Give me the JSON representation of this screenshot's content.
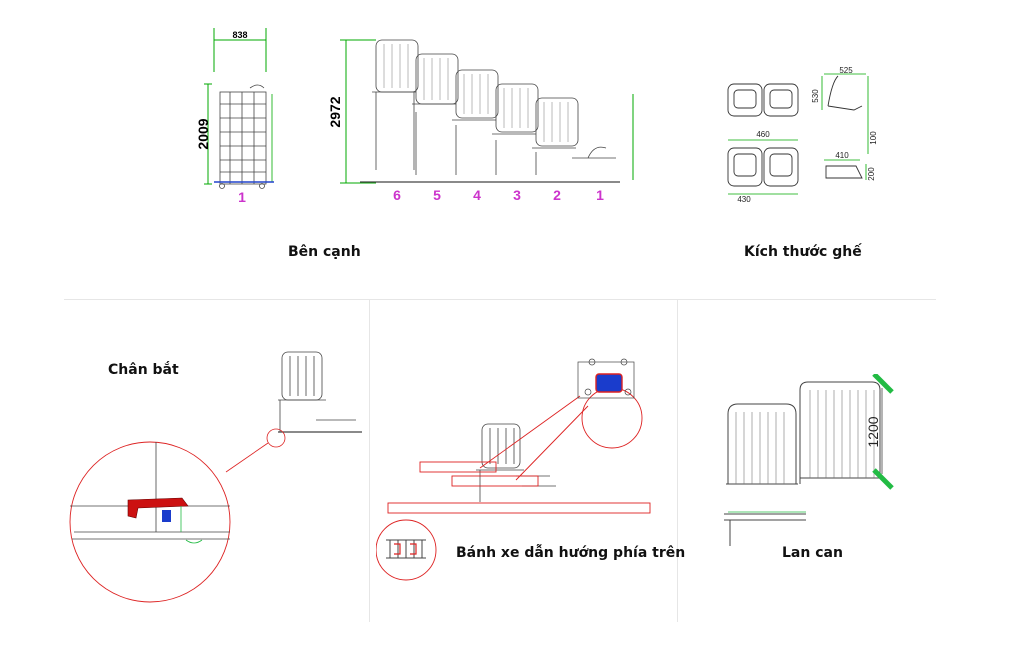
{
  "captions": {
    "side_view": "Bên cạnh",
    "seat_size": "Kích thước ghế",
    "foot_catch": "Chân bắt",
    "upper_guide_wheel": "Bánh xe dẫn hướng phía trên",
    "railing": "Lan can"
  },
  "dimensions": {
    "folded_width": "838",
    "folded_height": "2009",
    "extended_height": "2972",
    "seat_depth_top": "525",
    "seat_height_side": "530",
    "seat_pair_width": "460",
    "seat_bottom_width": "430",
    "seat_width_small": "410",
    "seat_side_100": "100",
    "seat_side_200": "200",
    "railing_height": "1200"
  },
  "row_labels": {
    "folded": [
      "1"
    ],
    "extended": [
      "6",
      "5",
      "4",
      "3",
      "2",
      "1"
    ]
  },
  "colors": {
    "line": "#333333",
    "dim_green": "#00aa00",
    "row_label": "#cc33cc",
    "detail_red": "#dd2222",
    "detail_blue": "#1a3ccc",
    "accent_green": "#22bb44"
  }
}
